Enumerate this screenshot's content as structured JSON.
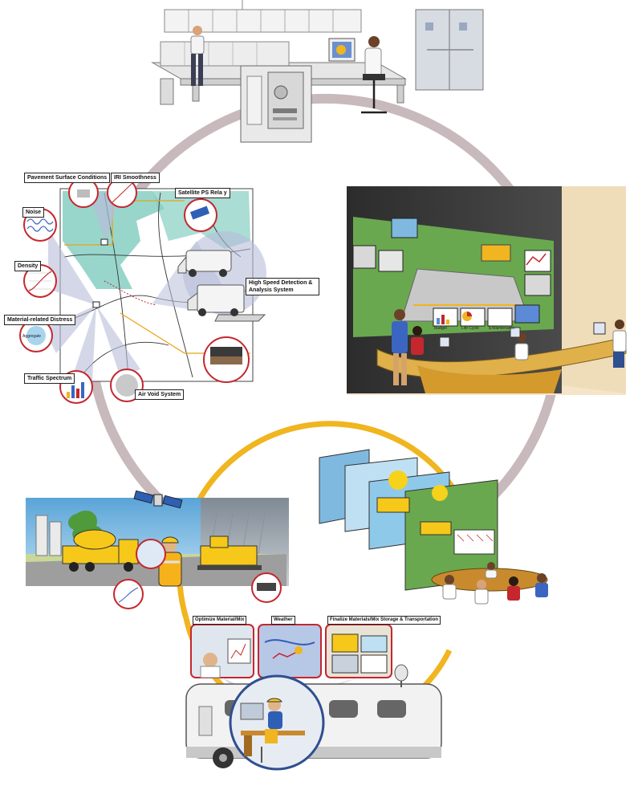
{
  "map_panel": {
    "labels": {
      "pavement": "Pavement Surface Conditions",
      "iri": "IRI Smoothness",
      "satellite": "Satellite PS Rela  y",
      "noise": "Noise",
      "density": "Density",
      "material_distress": "Material-related Distress",
      "traffic": "Traffic Spectrum",
      "air_void": "Air Void System",
      "high_speed": "High Speed Detection & Analysis System"
    }
  },
  "control_room": {
    "screen_labels": [
      "Budget",
      "Life Cycle",
      "$ Maintenance"
    ]
  },
  "field_panel": {
    "aggregate_label": "Aggregate"
  },
  "mobile_lab": {
    "labels": {
      "optimize": "Optimize Material/Mix",
      "weather": "Weather",
      "finalize": "Finalize Materials/Mix Storage & Transportation"
    }
  },
  "colors": {
    "loop_upper": "#c8b9bd",
    "loop_lower": "#f0b51f",
    "detail_circle": "#c4272e",
    "map_highlight": "#86cfc2",
    "beam": "#b7bdd9",
    "machine_yellow": "#f6c81a"
  }
}
